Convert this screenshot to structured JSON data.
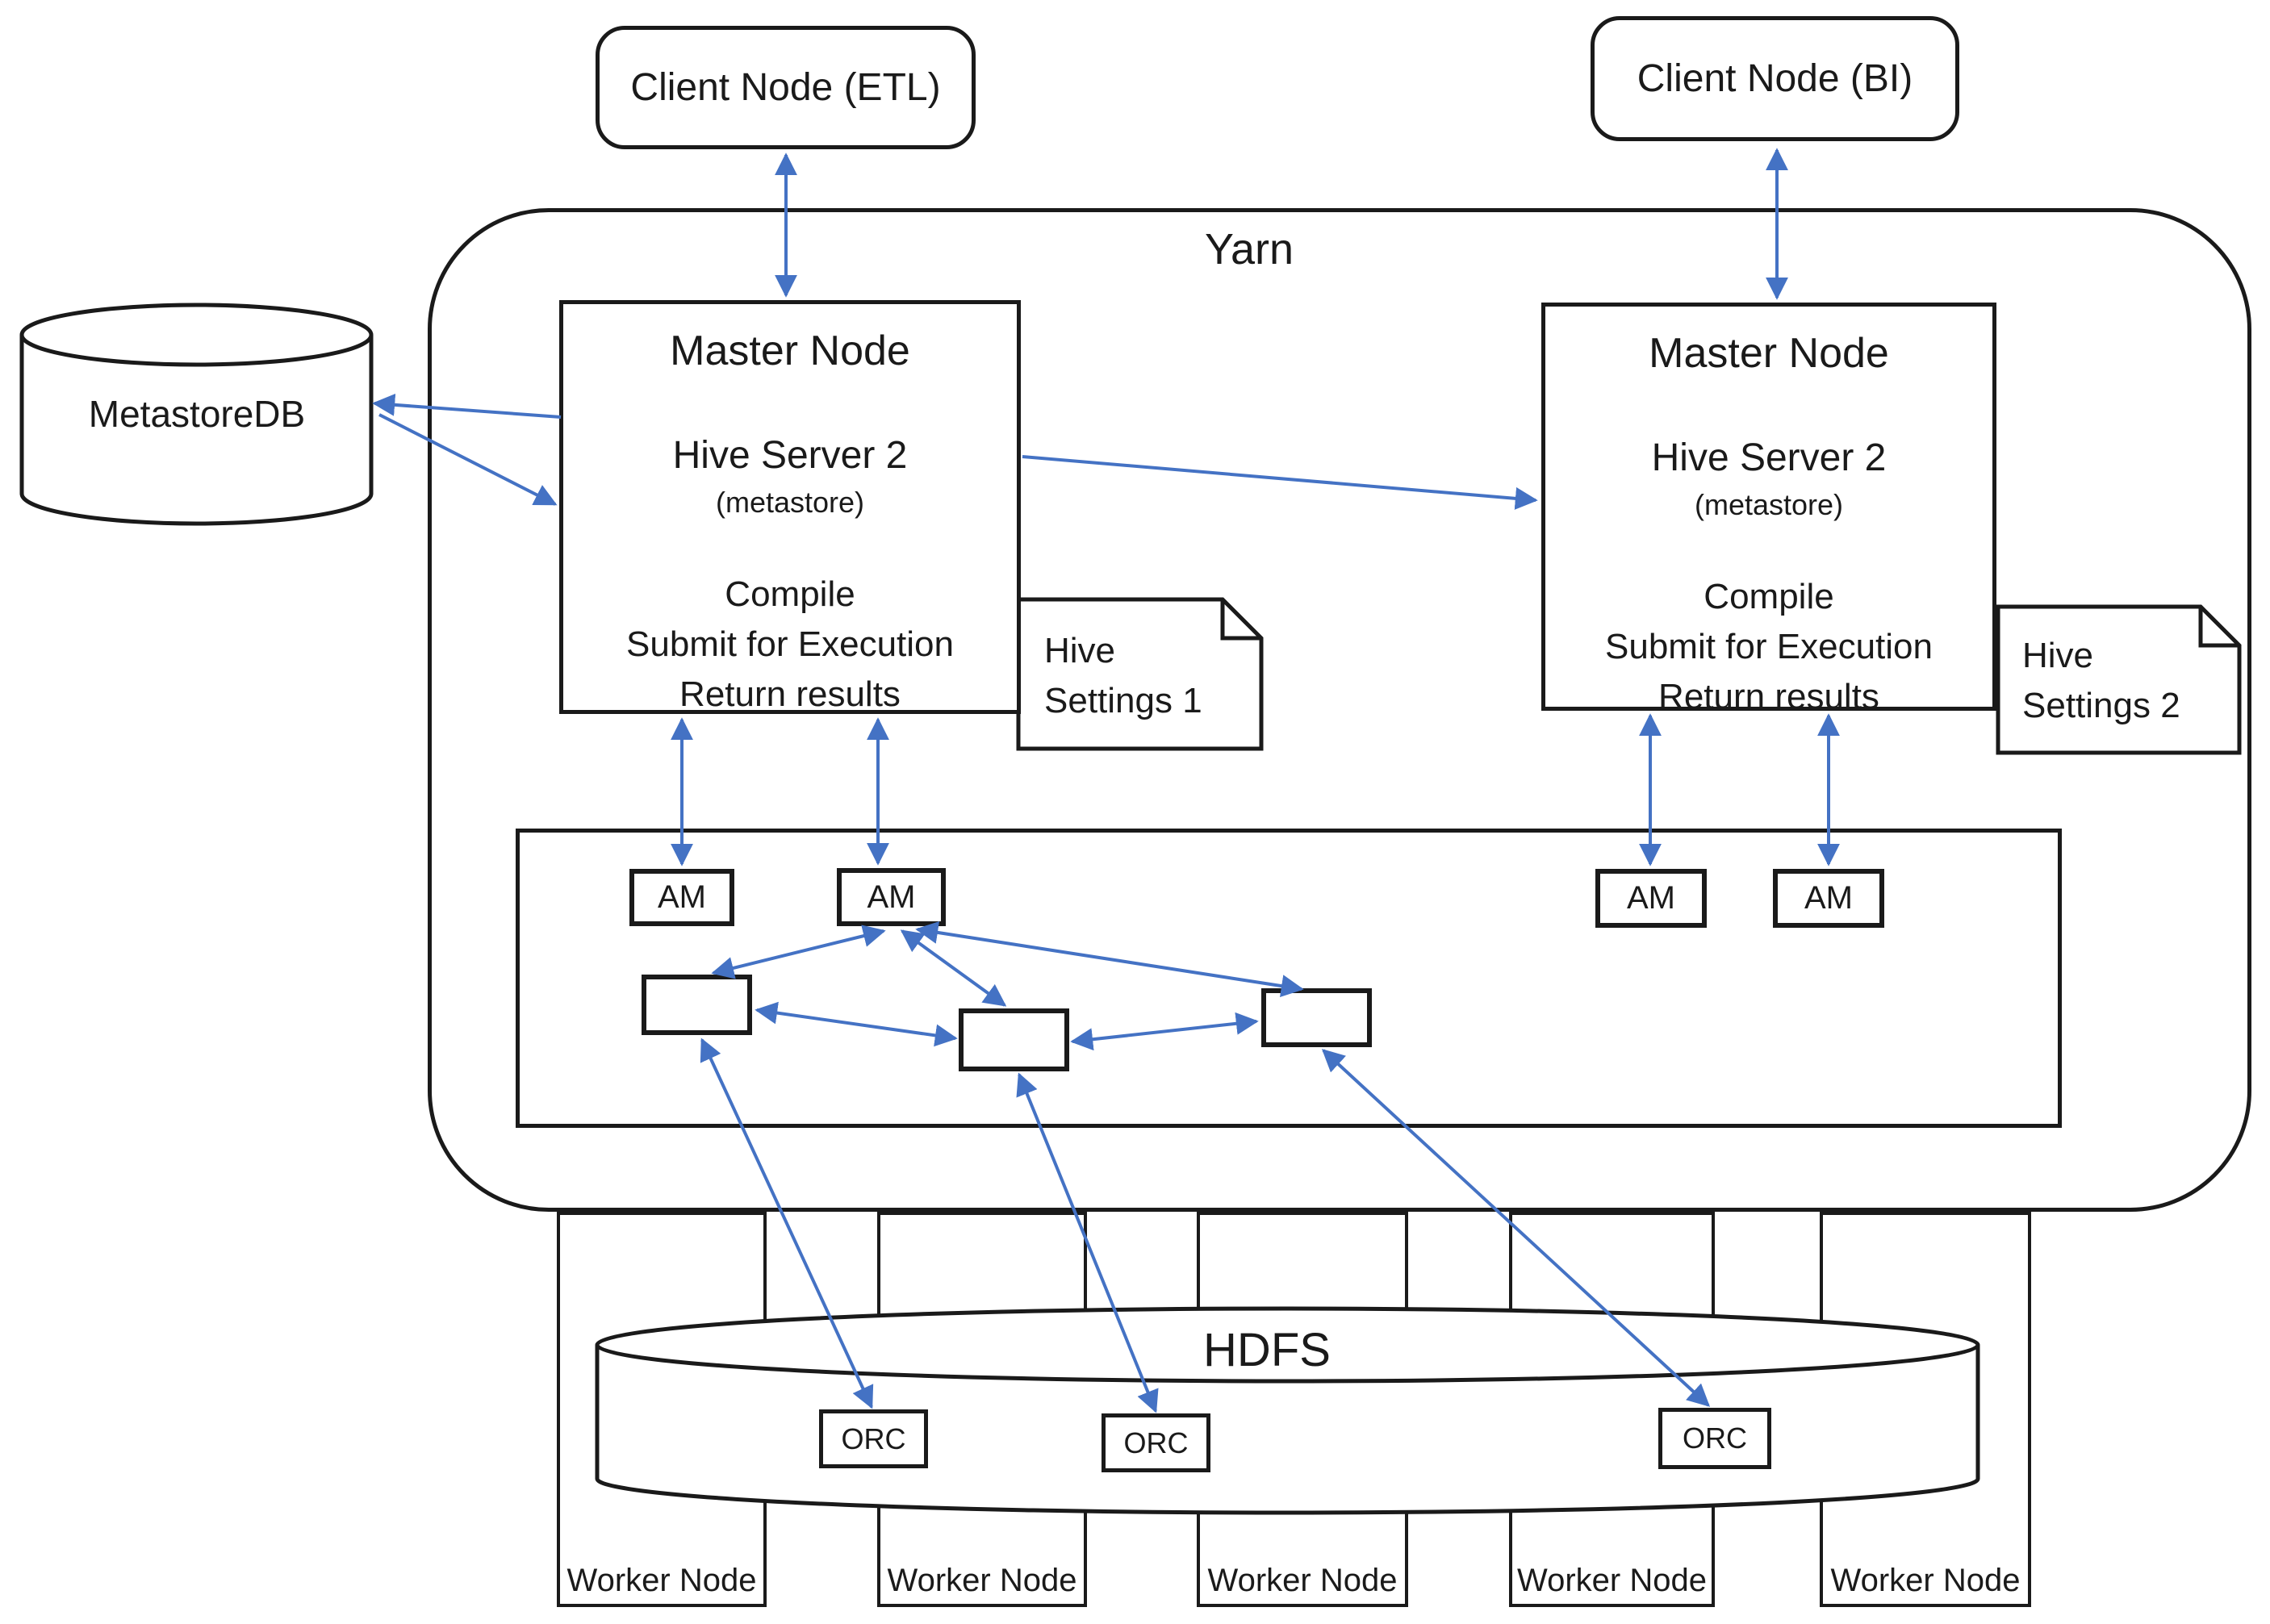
{
  "diagram": {
    "yarn_label": "Yarn",
    "hdfs_label": "HDFS",
    "metastore_db_label": "MetastoreDB",
    "client_nodes": [
      {
        "label": "Client Node (ETL)"
      },
      {
        "label": "Client Node (BI)"
      }
    ],
    "master_nodes": [
      {
        "title": "Master Node",
        "server": "Hive Server 2",
        "server_note": "(metastore)",
        "tasks": [
          "Compile",
          "Submit for Execution",
          "Return results"
        ]
      },
      {
        "title": "Master Node",
        "server": "Hive Server 2",
        "server_note": "(metastore)",
        "tasks": [
          "Compile",
          "Submit for Execution",
          "Return results"
        ]
      }
    ],
    "notes": [
      {
        "line1": "Hive",
        "line2": "Settings 1"
      },
      {
        "line1": "Hive",
        "line2": "Settings 2"
      }
    ],
    "am_boxes": [
      {
        "label": "AM"
      },
      {
        "label": "AM"
      },
      {
        "label": "AM"
      },
      {
        "label": "AM"
      }
    ],
    "orc_boxes": [
      {
        "label": "ORC"
      },
      {
        "label": "ORC"
      },
      {
        "label": "ORC"
      }
    ],
    "worker_nodes": [
      {
        "label": "Worker Node"
      },
      {
        "label": "Worker Node"
      },
      {
        "label": "Worker Node"
      },
      {
        "label": "Worker Node"
      },
      {
        "label": "Worker Node"
      }
    ],
    "colors": {
      "arrow": "#4472C4",
      "line": "#1a1a1a"
    }
  }
}
